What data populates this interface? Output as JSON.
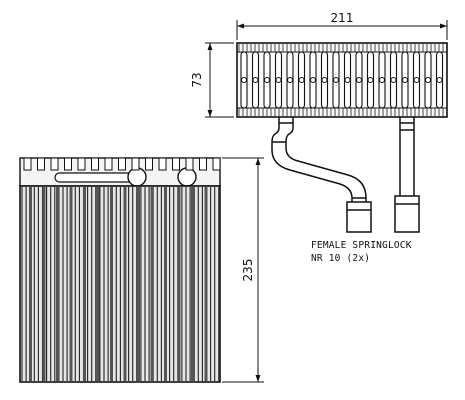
{
  "dimensions": {
    "width": "211",
    "depth": "73",
    "height": "235"
  },
  "note": {
    "line1": "FEMALE SPRINGLOCK",
    "line2": "NR 10 (2x)"
  }
}
